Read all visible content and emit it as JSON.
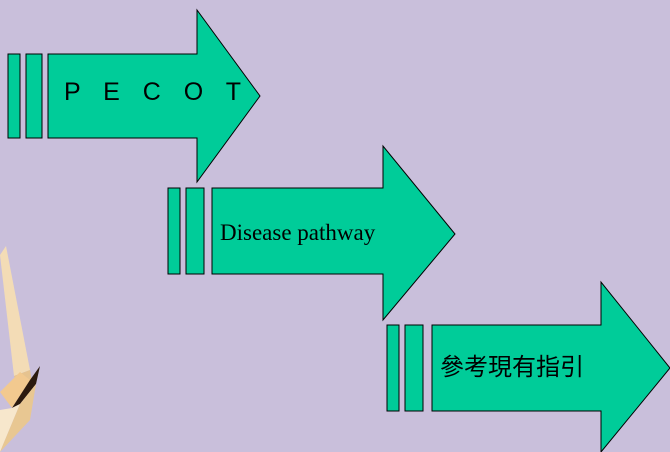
{
  "slide": {
    "background_color": "#c9bfdb"
  },
  "arrows": [
    {
      "label": "P E C O T",
      "fill_color": "#00cc99"
    },
    {
      "label": "Disease pathway",
      "fill_color": "#00cc99"
    },
    {
      "label": "參考現有指引",
      "fill_color": "#00cc99"
    }
  ],
  "decor": {
    "pencil_icon": "pencil-icon"
  }
}
